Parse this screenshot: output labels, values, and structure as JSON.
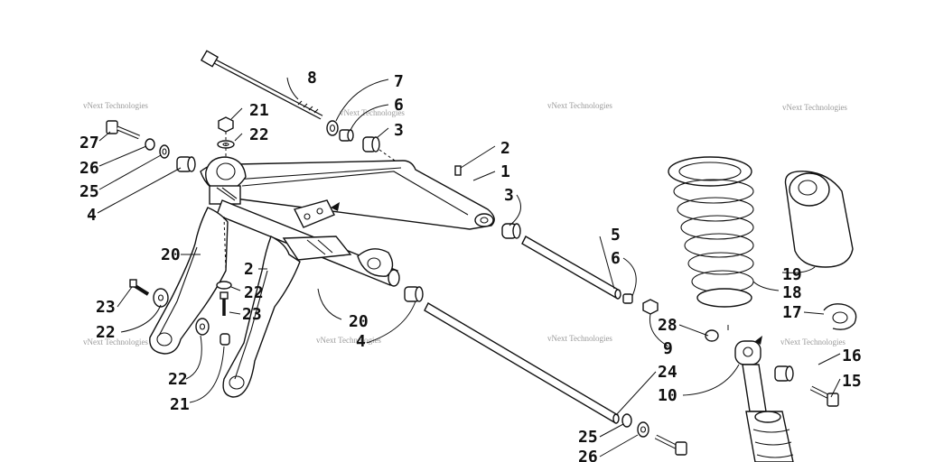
{
  "watermark": "vNext Technologies",
  "callouts": [
    {
      "id": "c8",
      "text": "8"
    },
    {
      "id": "c7",
      "text": "7"
    },
    {
      "id": "c6a",
      "text": "6"
    },
    {
      "id": "c3a",
      "text": "3"
    },
    {
      "id": "c21a",
      "text": "21"
    },
    {
      "id": "c22a",
      "text": "22"
    },
    {
      "id": "c27",
      "text": "27"
    },
    {
      "id": "c26a",
      "text": "26"
    },
    {
      "id": "c25a",
      "text": "25"
    },
    {
      "id": "c4a",
      "text": "4"
    },
    {
      "id": "c2a",
      "text": "2"
    },
    {
      "id": "c1",
      "text": "1"
    },
    {
      "id": "c3b",
      "text": "3"
    },
    {
      "id": "c20a",
      "text": "20"
    },
    {
      "id": "c2b",
      "text": "2"
    },
    {
      "id": "c22b",
      "text": "22"
    },
    {
      "id": "c23a",
      "text": "23"
    },
    {
      "id": "c23b",
      "text": "23"
    },
    {
      "id": "c22c",
      "text": "22"
    },
    {
      "id": "c20b",
      "text": "20"
    },
    {
      "id": "c4b",
      "text": "4"
    },
    {
      "id": "c22d",
      "text": "22"
    },
    {
      "id": "c21b",
      "text": "21"
    },
    {
      "id": "c5",
      "text": "5"
    },
    {
      "id": "c6b",
      "text": "6"
    },
    {
      "id": "c9",
      "text": "9"
    },
    {
      "id": "c28",
      "text": "28"
    },
    {
      "id": "c24",
      "text": "24"
    },
    {
      "id": "c10",
      "text": "10"
    },
    {
      "id": "c25b",
      "text": "25"
    },
    {
      "id": "c26b",
      "text": "26"
    },
    {
      "id": "c19",
      "text": "19"
    },
    {
      "id": "c18",
      "text": "18"
    },
    {
      "id": "c17",
      "text": "17"
    },
    {
      "id": "c16",
      "text": "16"
    },
    {
      "id": "c15",
      "text": "15"
    }
  ]
}
